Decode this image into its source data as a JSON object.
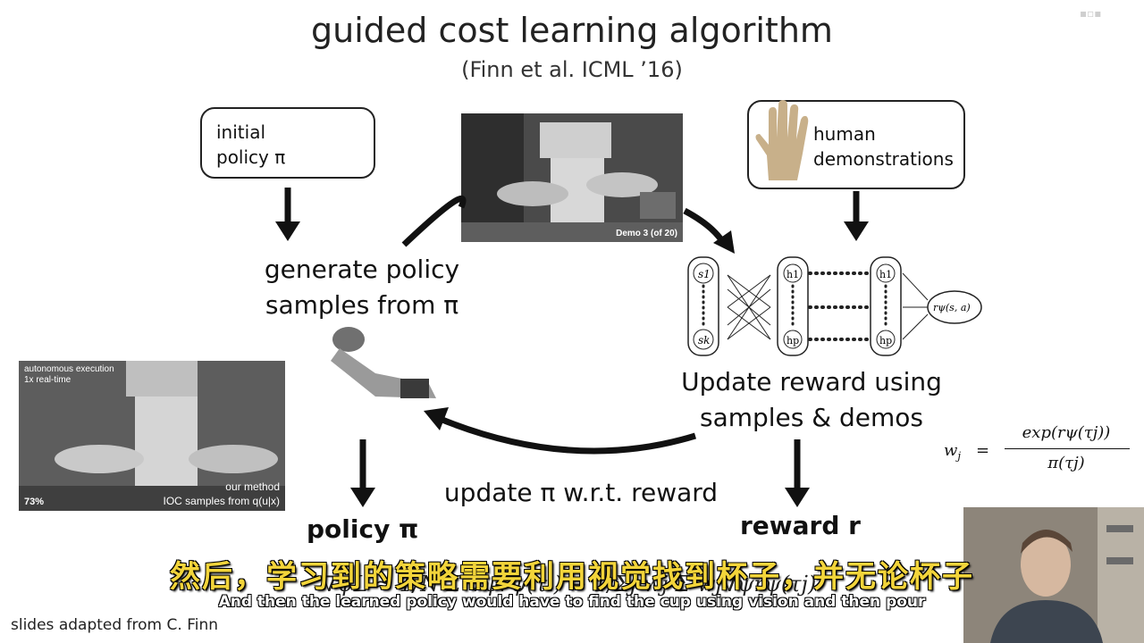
{
  "slide": {
    "title": "guided cost learning algorithm",
    "subtitle": "(Finn et al. ICML ’16)",
    "initial_policy": [
      "initial",
      "policy π"
    ],
    "human_demos": [
      "human",
      "demonstrations"
    ],
    "demo_caption": "Demo 3 (of 20)",
    "generate_samples": [
      "generate policy",
      "samples from π"
    ],
    "update_reward": [
      "Update reward using",
      "samples & demos"
    ],
    "update_policy": "update π w.r.t. reward",
    "policy_label": "policy π",
    "reward_label": "reward r",
    "network_output": "rψ(s, a)",
    "network_inputs": [
      "s1",
      "sk"
    ],
    "network_hidden": [
      "h1",
      "hp"
    ],
    "weight_formula": {
      "lhs": "w",
      "lhs_sub": "j",
      "eq": "=",
      "numerator": "exp(rψ(τj))",
      "denominator": "π(τj)"
    },
    "gradient_formula_text": "∇ψL ≈ 1/N Σ ∇ψrψ(τi) − 1/Σj wj Σ wj∇ψrψ(τj)",
    "exec_overlay_top": [
      "autonomous execution",
      "1x real-time"
    ],
    "exec_overlay_bottom": [
      "our method",
      "IOC samples from q(u|x)"
    ],
    "exec_percent": "73%",
    "footer": "slides adapted from C. Finn"
  },
  "subtitles": {
    "zh": "然后，学习到的策略需要利用视觉找到杯子，并无论杯子",
    "en": "And then the learned policy would have to find the cup using vision and then pour"
  },
  "colors": {
    "subtitle_zh": "#f2d43a",
    "hand": "#c8b08a"
  }
}
